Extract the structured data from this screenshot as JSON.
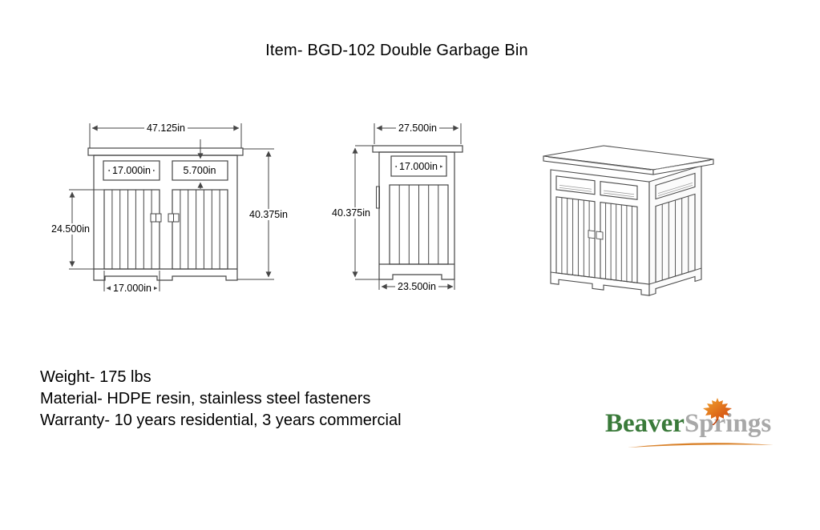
{
  "title": "Item- BGD-102 Double Garbage Bin",
  "front_view": {
    "dims": {
      "overall_width": "47.125in",
      "opening_width": "17.000in",
      "opening_height": "5.700in",
      "door_height": "24.500in",
      "overall_height": "40.375in",
      "door_width": "17.000in"
    }
  },
  "side_view": {
    "dims": {
      "top_width": "27.500in",
      "opening_width": "17.000in",
      "overall_height": "40.375in",
      "base_width": "23.500in"
    }
  },
  "specs": {
    "weight": "Weight- 175 lbs",
    "material": "Material- HDPE resin, stainless steel fasteners",
    "warranty": "Warranty- 10 years residential, 3 years commercial"
  },
  "logo": {
    "brand_green": "Beaver",
    "brand_gray": "Springs"
  },
  "colors": {
    "drawing_line": "#454545",
    "logo_green": "#3a7a3a",
    "logo_gray": "#a8a8a8",
    "logo_orange": "#d9822b",
    "leaf_orange": "#f2a72e",
    "leaf_red": "#d1440e"
  }
}
